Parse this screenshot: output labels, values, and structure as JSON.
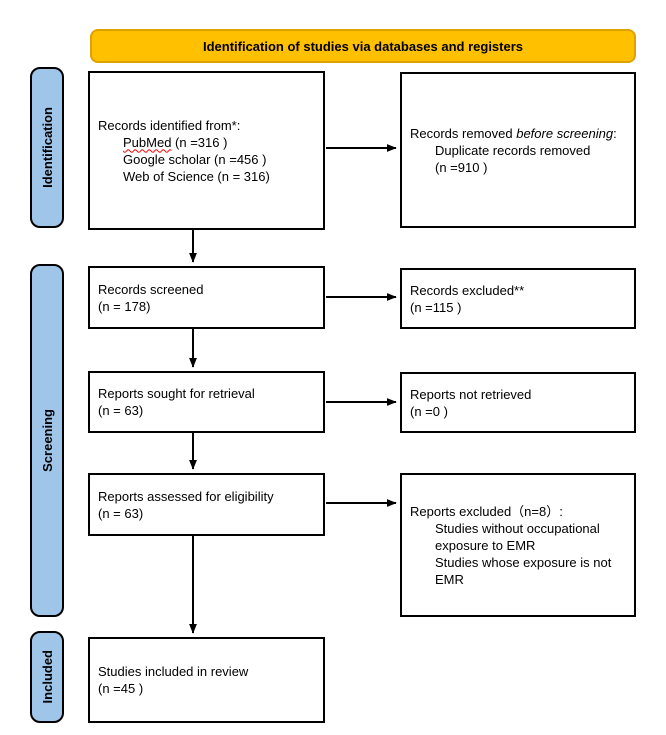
{
  "banner": {
    "label": "Identification of studies via databases and registers"
  },
  "sidebar": {
    "identification_label": "Identification",
    "screening_label": "Screening",
    "included_label": "Included"
  },
  "boxes": {
    "records_identified": {
      "title": "Records identified from*:",
      "pubmed_word": "PubMed",
      "pubmed_rest": " (n =316 )",
      "google_scholar": "Google scholar (n =456 )",
      "web_of_science": "Web of Science (n = 316)"
    },
    "records_removed": {
      "title_prefix": "Records removed ",
      "title_italic": "before screening",
      "title_suffix": ":",
      "line1": "Duplicate records removed",
      "line2": "(n =910 )"
    },
    "records_screened": {
      "line1": "Records screened",
      "line2": "(n = 178)"
    },
    "records_excluded": {
      "line1": "Records excluded**",
      "line2": "(n =115 )"
    },
    "reports_sought": {
      "line1": "Reports sought for retrieval",
      "line2": "(n = 63)"
    },
    "reports_not_retrieved": {
      "line1": "Reports not retrieved",
      "line2": "(n =0 )"
    },
    "reports_assessed": {
      "line1": "Reports assessed for eligibility",
      "line2": "(n = 63)"
    },
    "reports_excluded": {
      "title": "Reports excluded（n=8）:",
      "reason1": "Studies without occupational exposure to EMR",
      "reason2": "Studies whose exposure is not EMR"
    },
    "studies_included": {
      "line1": "Studies included in review",
      "line2": "(n =45 )"
    }
  },
  "colors": {
    "banner_fill": "#FFC000",
    "banner_border": "#DFA100",
    "stage_fill": "#9FC5E8",
    "box_border": "#000000",
    "spellcheck_underline": "#FF0000"
  }
}
